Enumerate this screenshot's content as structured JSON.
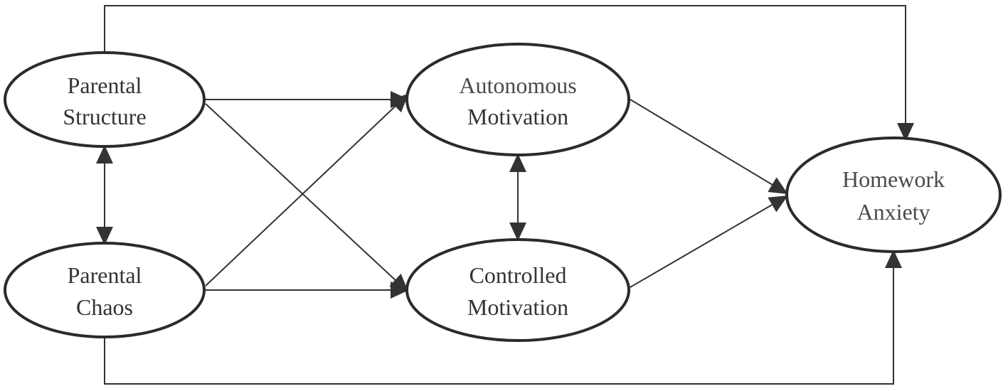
{
  "nodes": {
    "parental_structure": {
      "line1": "Parental",
      "line2": "Structure"
    },
    "parental_chaos": {
      "line1": "Parental",
      "line2": "Chaos"
    },
    "autonomous_motivation": {
      "line1": "Autonomous",
      "line2": "Motivation"
    },
    "controlled_motivation": {
      "line1": "Controlled",
      "line2": "Motivation"
    },
    "homework_anxiety": {
      "line1": "Homework",
      "line2": "Anxiety"
    }
  },
  "edges": [
    {
      "from": "parental_structure",
      "to": "autonomous_motivation",
      "type": "directed"
    },
    {
      "from": "parental_structure",
      "to": "controlled_motivation",
      "type": "directed"
    },
    {
      "from": "parental_chaos",
      "to": "autonomous_motivation",
      "type": "directed"
    },
    {
      "from": "parental_chaos",
      "to": "controlled_motivation",
      "type": "directed"
    },
    {
      "from": "autonomous_motivation",
      "to": "homework_anxiety",
      "type": "directed"
    },
    {
      "from": "controlled_motivation",
      "to": "homework_anxiety",
      "type": "directed"
    },
    {
      "from": "parental_structure",
      "to": "homework_anxiety",
      "type": "directed"
    },
    {
      "from": "parental_chaos",
      "to": "homework_anxiety",
      "type": "directed"
    },
    {
      "from": "parental_structure",
      "to": "parental_chaos",
      "type": "bidirectional"
    },
    {
      "from": "autonomous_motivation",
      "to": "controlled_motivation",
      "type": "bidirectional"
    }
  ],
  "colors": {
    "stroke": "#2b2b2b",
    "line": "#333333",
    "text": "#333333",
    "background": "#ffffff"
  }
}
